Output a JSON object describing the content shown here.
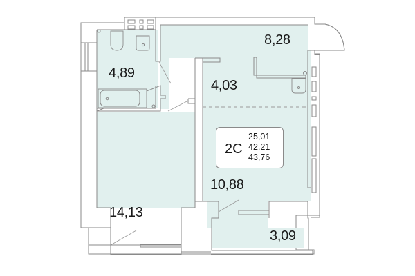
{
  "plan": {
    "type_code": "2C",
    "areas": {
      "living": "25,01",
      "total": "42,21",
      "total_with_balcony": "43,76"
    },
    "colors": {
      "room_fill": "#e1f0ee",
      "wall_stroke": "#8a8a8a",
      "background": "#ffffff",
      "text": "#1a1a1a"
    },
    "rooms": [
      {
        "id": "bathroom",
        "area": "4,89"
      },
      {
        "id": "hallway",
        "area": "4,03"
      },
      {
        "id": "kitchen",
        "area": "8,28"
      },
      {
        "id": "living-room",
        "area": "10,88"
      },
      {
        "id": "bedroom",
        "area": "14,13"
      },
      {
        "id": "balcony",
        "area": "3,09"
      }
    ]
  }
}
